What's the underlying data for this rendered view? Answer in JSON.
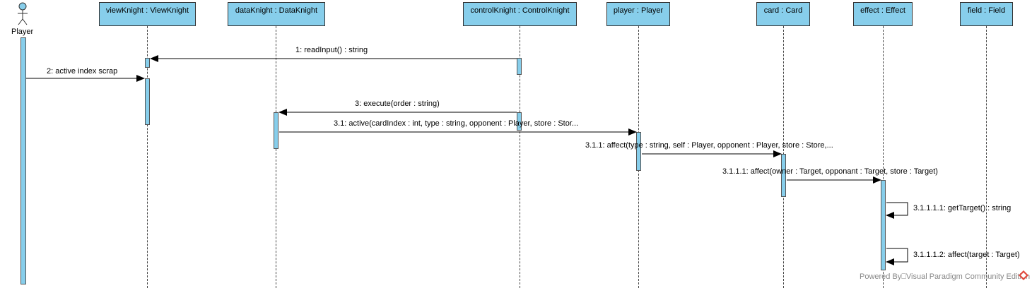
{
  "actor": {
    "label": "Player"
  },
  "lifelines": [
    {
      "key": "viewKnight",
      "label": "viewKnight : ViewKnight"
    },
    {
      "key": "dataKnight",
      "label": "dataKnight : DataKnight"
    },
    {
      "key": "controlKnight",
      "label": "controlKnight : ControlKnight"
    },
    {
      "key": "player",
      "label": "player : Player"
    },
    {
      "key": "card",
      "label": "card : Card"
    },
    {
      "key": "effect",
      "label": "effect : Effect"
    },
    {
      "key": "field",
      "label": "field : Field"
    }
  ],
  "messages": [
    {
      "label": "1: readInput() : string"
    },
    {
      "label": "2: active index scrap"
    },
    {
      "label": "3: execute(order : string)"
    },
    {
      "label": "3.1: active(cardIndex : int, type : string, opponent : Player, store : Stor..."
    },
    {
      "label": "3.1.1: affect(type : string, self : Player, opponent : Player, store : Store,..."
    },
    {
      "label": "3.1.1.1: affect(owner : Target, opponant : Target, store : Target)"
    },
    {
      "label": "3.1.1.1.1: getTarget() : string"
    },
    {
      "label": "3.1.1.1.2: affect(target : Target)"
    }
  ],
  "watermark": "Powered By⎕Visual Paradigm Community Edition",
  "colors": {
    "lifeline_fill": "#87CEEB",
    "logo": "#e0483c"
  }
}
